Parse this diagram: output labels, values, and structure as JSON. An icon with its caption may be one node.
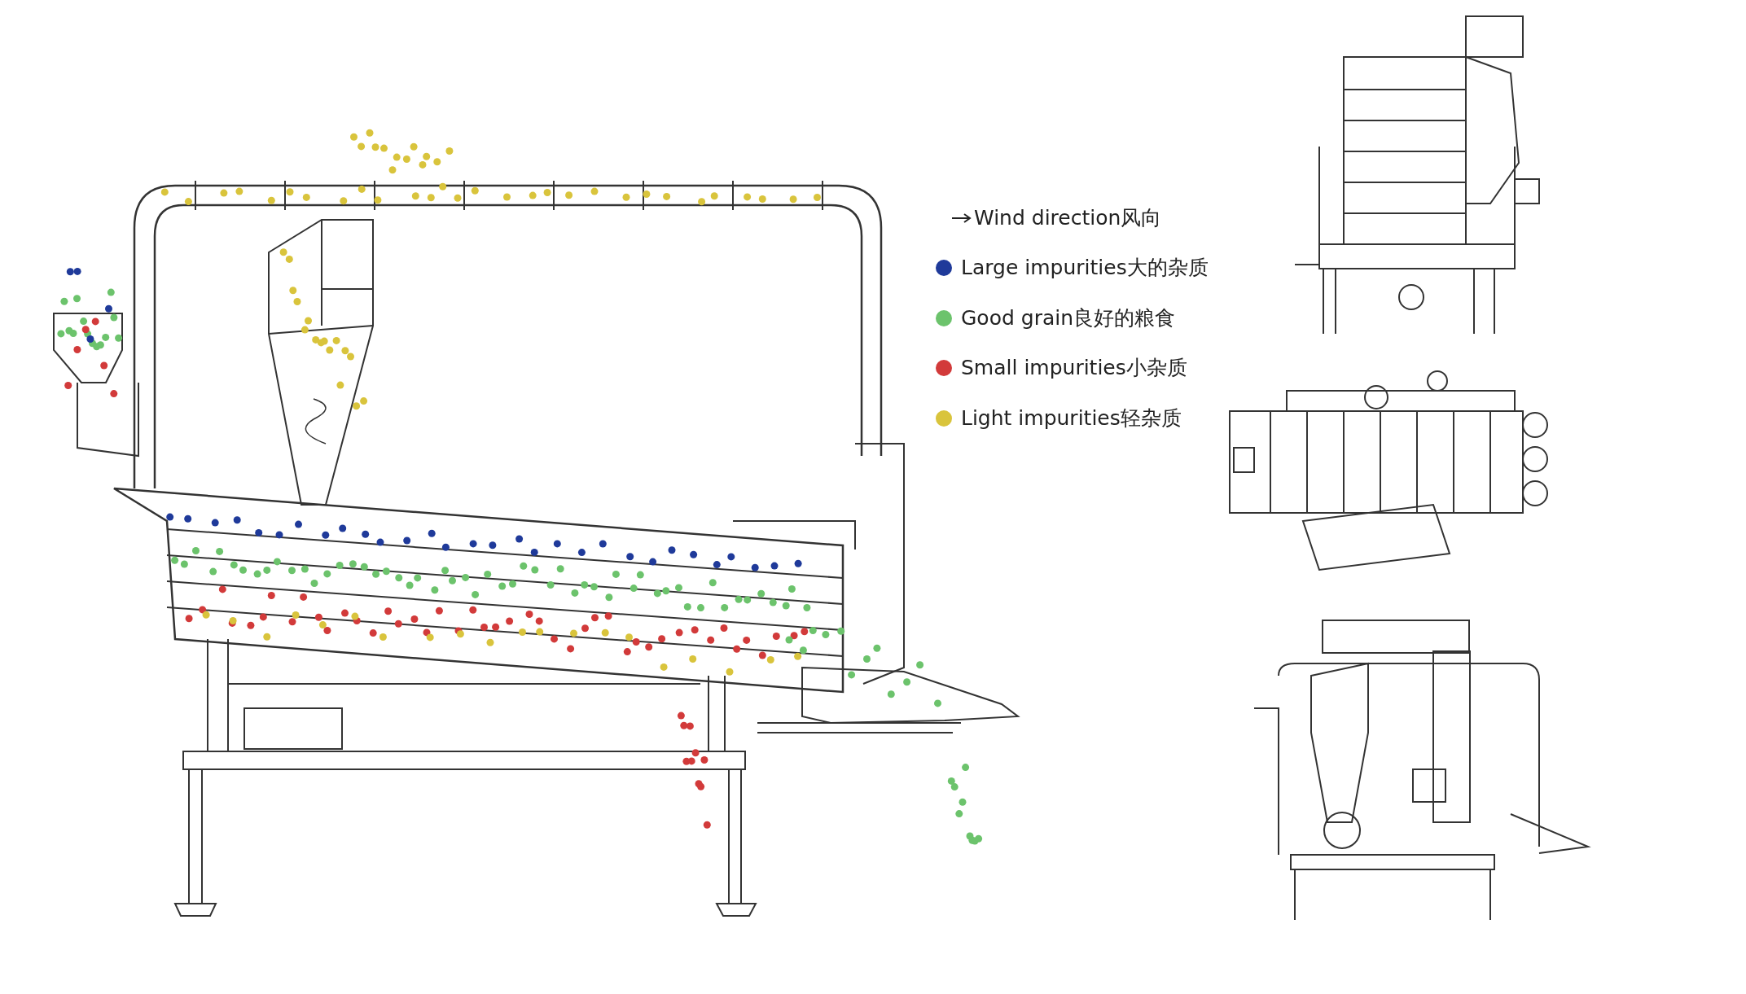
{
  "diagram": {
    "legend": [
      {
        "text": "Wind direction风向"
      },
      {
        "text": "Large impurities大的杂质",
        "color": "#1f3a9a"
      },
      {
        "text": "Good grain良好的粮食",
        "color": "#6cc36c"
      },
      {
        "text": "Small impurities小杂质",
        "color": "#d23a3a"
      },
      {
        "text": "Light impurities轻杂质",
        "color": "#d9c43c"
      }
    ]
  }
}
